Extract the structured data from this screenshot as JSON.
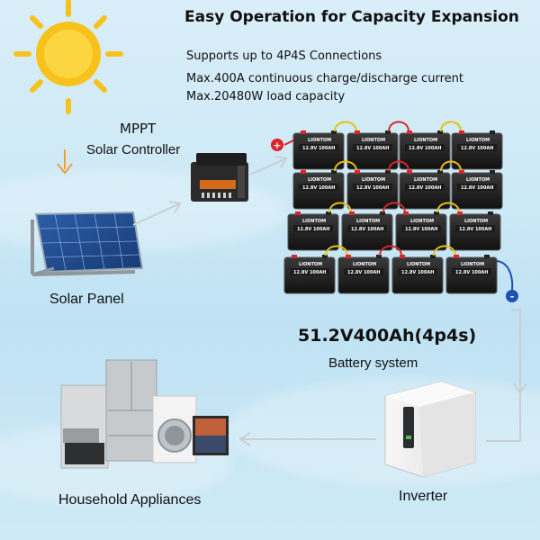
{
  "header": {
    "title": "Easy Operation for Capacity Expansion",
    "specs": [
      "Supports up to 4P4S Connections",
      "Max.400A continuous charge/discharge current",
      "Max.20480W load capacity"
    ]
  },
  "components": {
    "controller_label_line1": "MPPT",
    "controller_label_line2": "Solar Controller",
    "solar_panel_label": "Solar Panel",
    "battery_spec": "51.2V400Ah(4p4s)",
    "battery_label": "Battery system",
    "inverter_label": "Inverter",
    "appliances_label": "Household Appliances"
  },
  "battery": {
    "brand": "LIONTOM",
    "model": "12.8V 100AH",
    "positive_symbol": "+",
    "negative_symbol": "-"
  },
  "colors": {
    "sun": "#f7c21b",
    "positive": "#e0202a",
    "negative": "#1e50b4",
    "wire_red": "#d8262e",
    "wire_yellow": "#e7c010",
    "arrow": "#c8d0d4"
  },
  "icons": [
    "sun-icon",
    "solar-panel-icon",
    "controller-icon",
    "battery-icon",
    "inverter-icon",
    "appliances-icon"
  ]
}
